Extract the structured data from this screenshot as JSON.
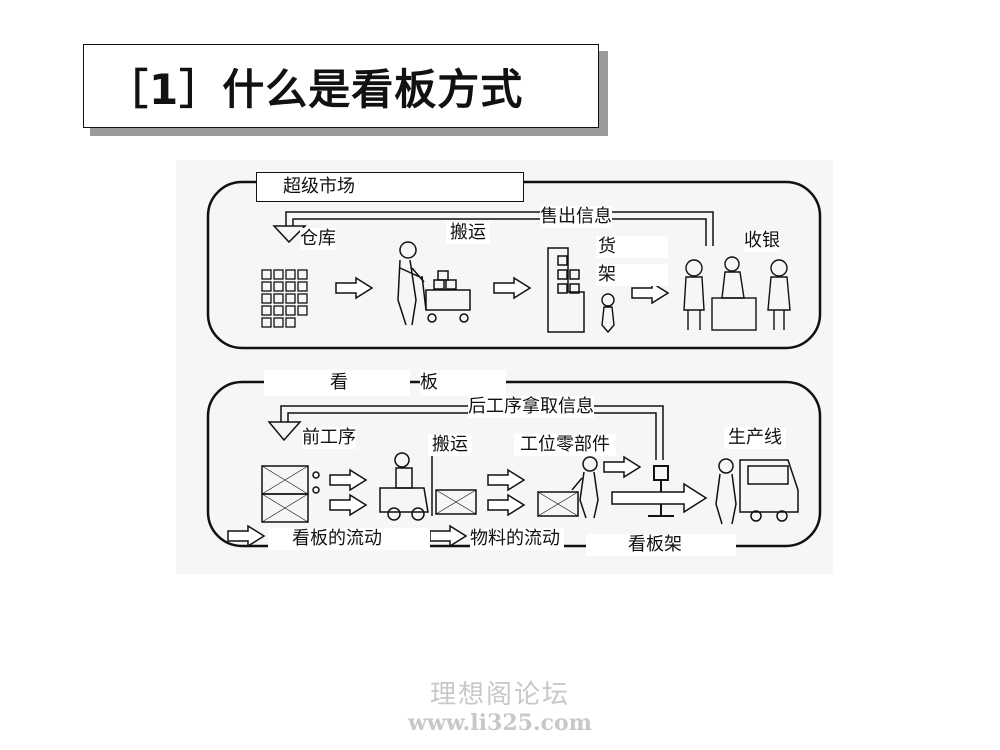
{
  "title": "［1］什么是看板方式",
  "supermarket": {
    "section_label": "超级市场",
    "info_flow": "售出信息",
    "warehouse": "仓库",
    "transport": "搬运",
    "shelf_1": "货",
    "shelf_2": "架",
    "cashier": "收银"
  },
  "kanban": {
    "section_label_1": "看",
    "section_label_2": "板",
    "info_flow": "后工序拿取信息",
    "prev_process": "前工序",
    "transport": "搬运",
    "station_parts": "工位零部件",
    "production_line": "生产线",
    "kanban_flow": "看板的流动",
    "material_flow": "物料的流动",
    "kanban_rack": "看板架"
  },
  "watermark": {
    "line1": "理想阁论坛",
    "line2": "www.li325.com"
  }
}
